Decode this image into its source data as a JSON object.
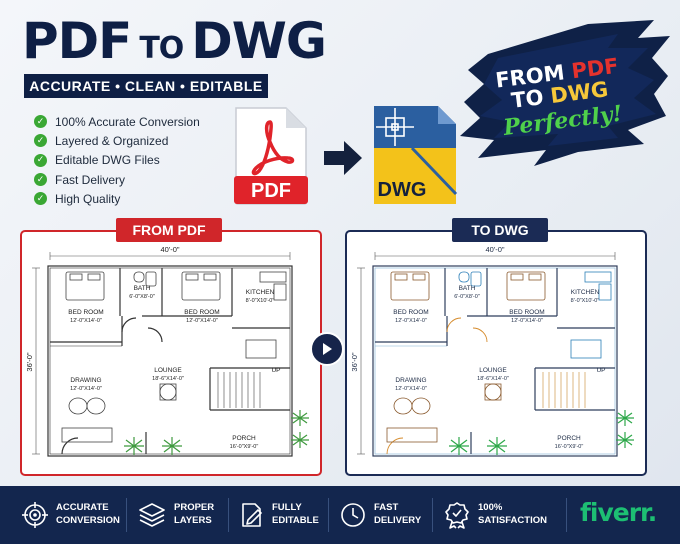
{
  "header": {
    "title_part1": "PDF",
    "title_connector": "TO",
    "title_part2": "DWG",
    "tagline": "ACCURATE • CLEAN • EDITABLE"
  },
  "features": [
    "100% Accurate Conversion",
    "Layered & Organized",
    "Editable DWG Files",
    "Fast Delivery",
    "High Quality"
  ],
  "icons": {
    "pdf_label": "PDF",
    "dwg_label": "DWG"
  },
  "badge": {
    "line1_prefix": "FROM ",
    "line1_accent": "PDF",
    "line2_prefix": "TO ",
    "line2_accent": "DWG",
    "line3": "Perfectly!"
  },
  "panels": {
    "left_label": "FROM PDF",
    "right_label": "TO DWG"
  },
  "plan": {
    "width_dim": "40'-0\"",
    "height_dim": "36'-0\"",
    "rooms": {
      "bath": "BATH",
      "bath_dim": "6'-0\"X8'-0\"",
      "bedroom1": "BED ROOM",
      "bedroom1_dim": "12'-0\"X14'-0\"",
      "bedroom2": "BED ROOM",
      "bedroom2_dim": "12'-0\"X14'-0\"",
      "kitchen": "KITCHEN",
      "kitchen_dim": "8'-0\"X10'-0\"",
      "lounge": "LOUNGE",
      "lounge_dim": "18'-6\"X14'-0\"",
      "drawing": "DRAWING",
      "drawing_dim": "12'-0\"X14'-0\"",
      "up": "UP",
      "porch": "PORCH",
      "porch_dim": "16'-0\"X9'-0\""
    }
  },
  "footer": [
    {
      "line1": "ACCURATE",
      "line2": "CONVERSION",
      "icon": "target-icon"
    },
    {
      "line1": "PROPER",
      "line2": "LAYERS",
      "icon": "layers-icon"
    },
    {
      "line1": "FULLY",
      "line2": "EDITABLE",
      "icon": "edit-icon"
    },
    {
      "line1": "FAST",
      "line2": "DELIVERY",
      "icon": "clock-icon"
    },
    {
      "line1": "100%",
      "line2": "SATISFACTION",
      "icon": "award-icon"
    }
  ],
  "brand": "fiverr",
  "colors": {
    "navy": "#0e1f45",
    "red": "#d0262a",
    "green_check": "#3aa734",
    "fiverr_green": "#1dbf73",
    "dwg_yellow": "#f3c21a",
    "dwg_blue": "#2b5fa0"
  }
}
